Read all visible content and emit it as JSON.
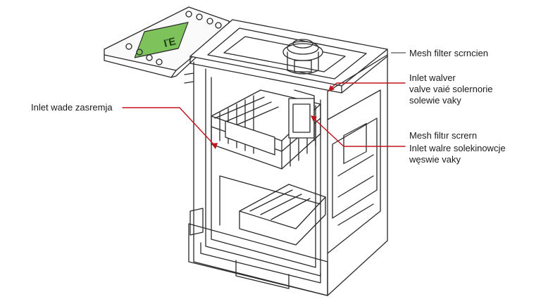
{
  "labels": {
    "left": "Inlet wade zasremja",
    "mesh_top": "Mesh filter scrncien",
    "inlet_top": [
      "Inlet walver",
      "valve vaié solernorie",
      "solewie vaky"
    ],
    "mesh_mid": "Mesh filtır scrern",
    "inlet_mid": [
      "Inlet walre solekinowcje",
      "węswie vaky"
    ]
  },
  "display_readout": "ΙΈ",
  "colors": {
    "line": "#2a2a2a",
    "leader": "#c0141c",
    "display": "#7dc25a",
    "background": "#ffffff"
  }
}
